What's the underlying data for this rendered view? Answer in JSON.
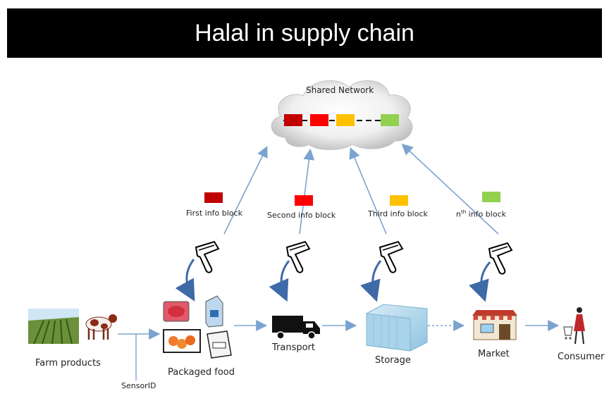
{
  "title": "Halal in supply chain",
  "network": {
    "label": "Shared Network",
    "block_colors": [
      "#c00000",
      "#ff0000",
      "#ffc000",
      "#92d050"
    ]
  },
  "info_blocks": [
    {
      "label": "First info block",
      "color": "#c00000"
    },
    {
      "label": "Second info block",
      "color": "#ff0000"
    },
    {
      "label": "Third info block",
      "color": "#ffc000"
    },
    {
      "label_sup": "th",
      "label_prefix": "n",
      "label_rest": " info block",
      "color": "#92d050"
    }
  ],
  "stages": {
    "farm": "Farm products",
    "packaged": "Packaged food",
    "transport": "Transport",
    "storage": "Storage",
    "market": "Market",
    "consumer": "Consumer"
  },
  "sensor_label": "SensorID",
  "colors": {
    "arrow_blue": "#7ba3cf",
    "curved_arrow": "#3f6aa8",
    "title_bg": "#000000"
  }
}
